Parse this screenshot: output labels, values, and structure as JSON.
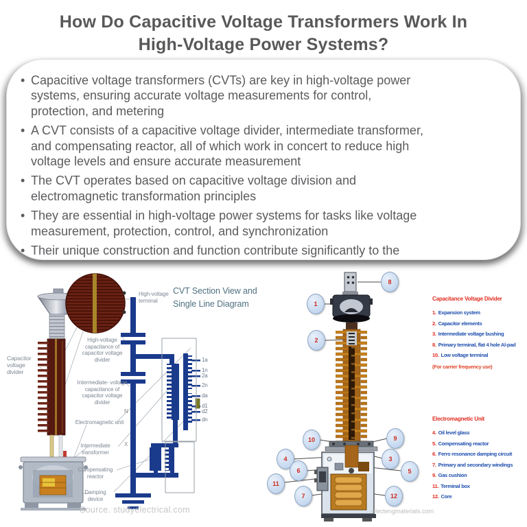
{
  "title": {
    "line1": "How Do Capacitive Voltage Transformers Work In",
    "line2": "High-Voltage Power Systems?"
  },
  "bullets": [
    [
      "Capacitive voltage transformers (CVTs) are key in high-voltage power",
      "systems, ensuring accurate voltage measurements for control,",
      "protection, and metering"
    ],
    [
      "A CVT consists of a capacitive voltage divider, intermediate transformer,",
      "and compensating reactor, all of which work in concert to reduce high",
      "voltage levels and ensure accurate measurement"
    ],
    [
      "The CVT operates based on capacitive voltage division and",
      "electromagnetic transformation principles"
    ],
    [
      "They are essential in high-voltage power systems for tasks like voltage",
      "measurement, protection, control, and synchronization"
    ],
    [
      "Their unique construction and function contribute significantly to the"
    ]
  ],
  "left_diagram": {
    "section_title": "CVT Section View and Single Line Diagram",
    "labels": {
      "capacitor_voltage_divider": "Capacitor voltage divider",
      "high_voltage_terminal": "High-voltage terminal",
      "hv_capacitance": "High-voltage capacitance of capacitor voltage divider",
      "iv_capacitance": "Intermediate- voltage capacitance of capacitor voltage divider",
      "electromagnetic_unit": "Electromagnetic unit",
      "intermediate_transformer": "Intermediate transformer",
      "compensating_reactor": "Compensating reactor",
      "damping_device": "Damping device"
    },
    "node_labels": {
      "n": "N",
      "x": "X"
    },
    "terminals": [
      "1a",
      "1n",
      "2a",
      "2n",
      "da",
      "d1",
      "d2",
      "dn"
    ],
    "watermark": "Source. studyelectrical.com"
  },
  "right_diagram": {
    "callouts": {
      "n1": "1",
      "n2": "2",
      "n3": "3",
      "n4": "4",
      "n5": "5",
      "n6": "6",
      "n7": "7",
      "n8": "8",
      "n9": "9",
      "n10": "10",
      "n11": "11",
      "n12": "12"
    },
    "legend_divider": {
      "title": "Capacitance Voltage Divider",
      "items": [
        {
          "num": "1.",
          "label": "Expansion system"
        },
        {
          "num": "2.",
          "label": "Capacitor elements"
        },
        {
          "num": "3.",
          "label": "Intermediate voltage bushing"
        },
        {
          "num": "8.",
          "label": "Primary terminal, flat 4 hole Al-pad"
        },
        {
          "num": "10.",
          "label": "Low voltage terminal"
        }
      ],
      "note": "(For carrier frequency use)"
    },
    "legend_emu": {
      "title": "Electromagnetic Unit",
      "items": [
        {
          "num": "4.",
          "label": "Oil level glass"
        },
        {
          "num": "5.",
          "label": "Compensating reactor"
        },
        {
          "num": "6.",
          "label": "Ferro resonance damping circuit"
        },
        {
          "num": "7.",
          "label": "Primary and secondary windings"
        },
        {
          "num": "9.",
          "label": "Gas cushion"
        },
        {
          "num": "11.",
          "label": "Terminal box"
        },
        {
          "num": "12.",
          "label": "Core"
        }
      ]
    },
    "watermark": "electengmaterials.com"
  },
  "colors": {
    "accent_red": "#e02a1e",
    "legend_blue": "#1f4fae",
    "circuit_navy": "#1a3a8c",
    "bushing_orange": "#c8821e",
    "divider_maroon": "#5e2014",
    "callout_bg": "#c6d9f0",
    "body_text_gray": "#5b5b5e",
    "diagram_label_gray": "#7d8895",
    "watermark_gray": "#c6c6c6"
  }
}
